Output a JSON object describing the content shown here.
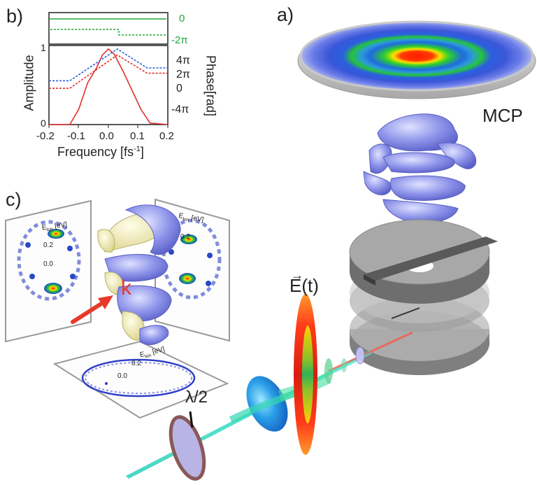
{
  "labels": {
    "panel_a": "a)",
    "panel_b": "b)",
    "panel_c": "c)",
    "mcp": "MCP",
    "efield": "E(t)",
    "waveplate": "λ/2",
    "k": "k"
  },
  "plot_b": {
    "xlabel": "Frequency [fs",
    "xlabel_sup": "-1",
    "xlabel_end": "]",
    "ylabel_left": "Amplitude",
    "ylabel_right": "Phase[rad]",
    "xticks": [
      "-0.2",
      "-0.1",
      "0.0",
      "0.1",
      "0.2"
    ],
    "yticks_left": [
      "1",
      "0"
    ],
    "yticks_right": [
      "4π",
      "2π",
      "0",
      "-4π"
    ],
    "top_ticks": [
      "0",
      "-2π"
    ]
  },
  "projections": {
    "left_axis": "E",
    "left_axis_sub": "kin",
    "left_axis_unit": "[eV]",
    "right_axis": "E",
    "right_axis_sub": "kin",
    "right_axis_unit": "[eV]",
    "bottom_axis": "E",
    "bottom_axis_sub": "kin",
    "bottom_axis_unit": "[eV]",
    "tick_02": "0.2",
    "tick_00": "0.0"
  },
  "colors": {
    "blue_dotted": "#2a5fd6",
    "red_dotted": "#e0302a",
    "red_curve": "#e0302a",
    "green": "#22a83a",
    "hologram_blue": "#7f86e6",
    "hologram_yellow": "#eee8a8"
  },
  "chart_data": {
    "type": "line",
    "xlabel": "Frequency [fs-1]",
    "ylabel": "Amplitude",
    "xlim": [
      -0.2,
      0.2
    ],
    "series": [
      {
        "values_role": "amplitude",
        "x": [
          -0.2,
          -0.13,
          -0.1,
          -0.07,
          -0.04,
          -0.02,
          0.0,
          0.02,
          0.05,
          0.08,
          0.11,
          0.14,
          0.2
        ],
        "y": [
          0,
          0,
          0.2,
          0.55,
          0.75,
          0.92,
          1.0,
          0.93,
          0.7,
          0.45,
          0.2,
          0.02,
          0
        ]
      },
      {
        "values_role": "phase-blue",
        "x": [
          -0.2,
          -0.13,
          0.03,
          0.13,
          0.2
        ],
        "y": [
          0.58,
          0.58,
          1.0,
          0.75,
          0.75
        ]
      },
      {
        "values_role": "phase-red",
        "x": [
          -0.2,
          -0.13,
          0.03,
          0.13,
          0.2
        ],
        "y": [
          0.48,
          0.48,
          0.92,
          0.68,
          0.68
        ]
      }
    ]
  }
}
